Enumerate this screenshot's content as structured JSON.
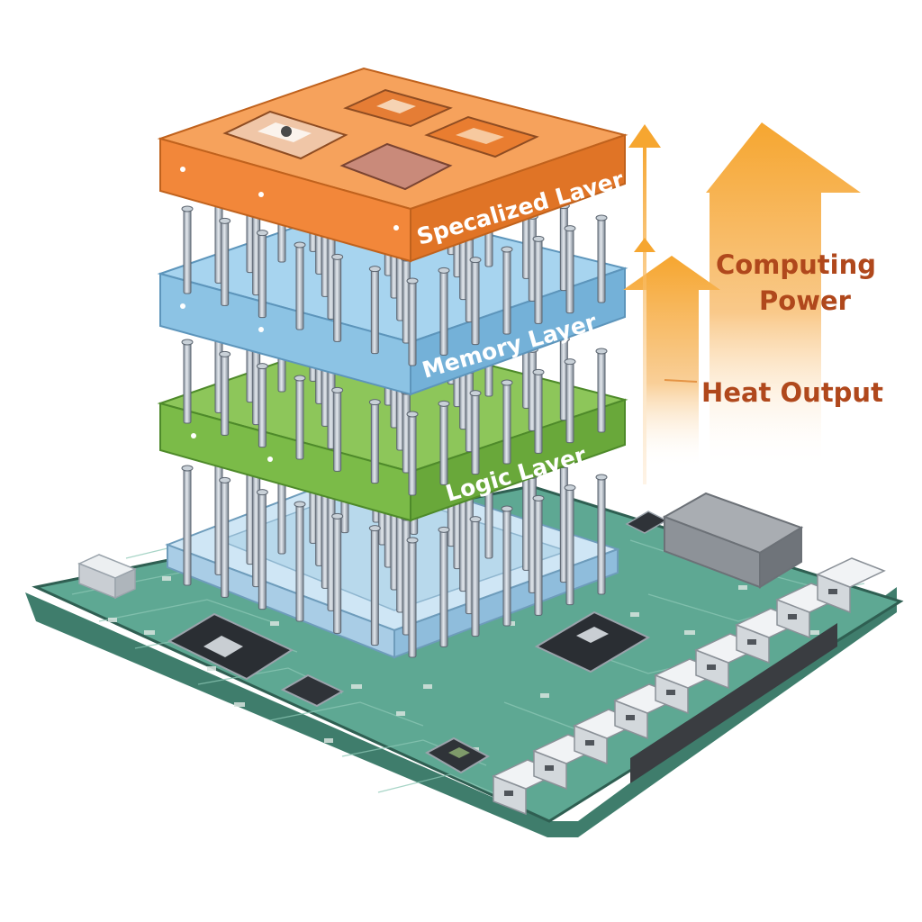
{
  "diagram": {
    "layers": [
      {
        "id": "specialized",
        "label": "Specalized Layer",
        "color": "#f2873a"
      },
      {
        "id": "memory",
        "label": "Memory Layer",
        "color": "#8cc3e4"
      },
      {
        "id": "logic",
        "label": "Logic Layer",
        "color": "#7bbb48"
      }
    ],
    "arrows": {
      "computing": {
        "label_line1": "Computing",
        "label_line2": "Power",
        "color": "#f5a623"
      },
      "heat": {
        "label": "Heat Output",
        "color": "#f5a623"
      }
    },
    "board_color": "#5ea893"
  }
}
